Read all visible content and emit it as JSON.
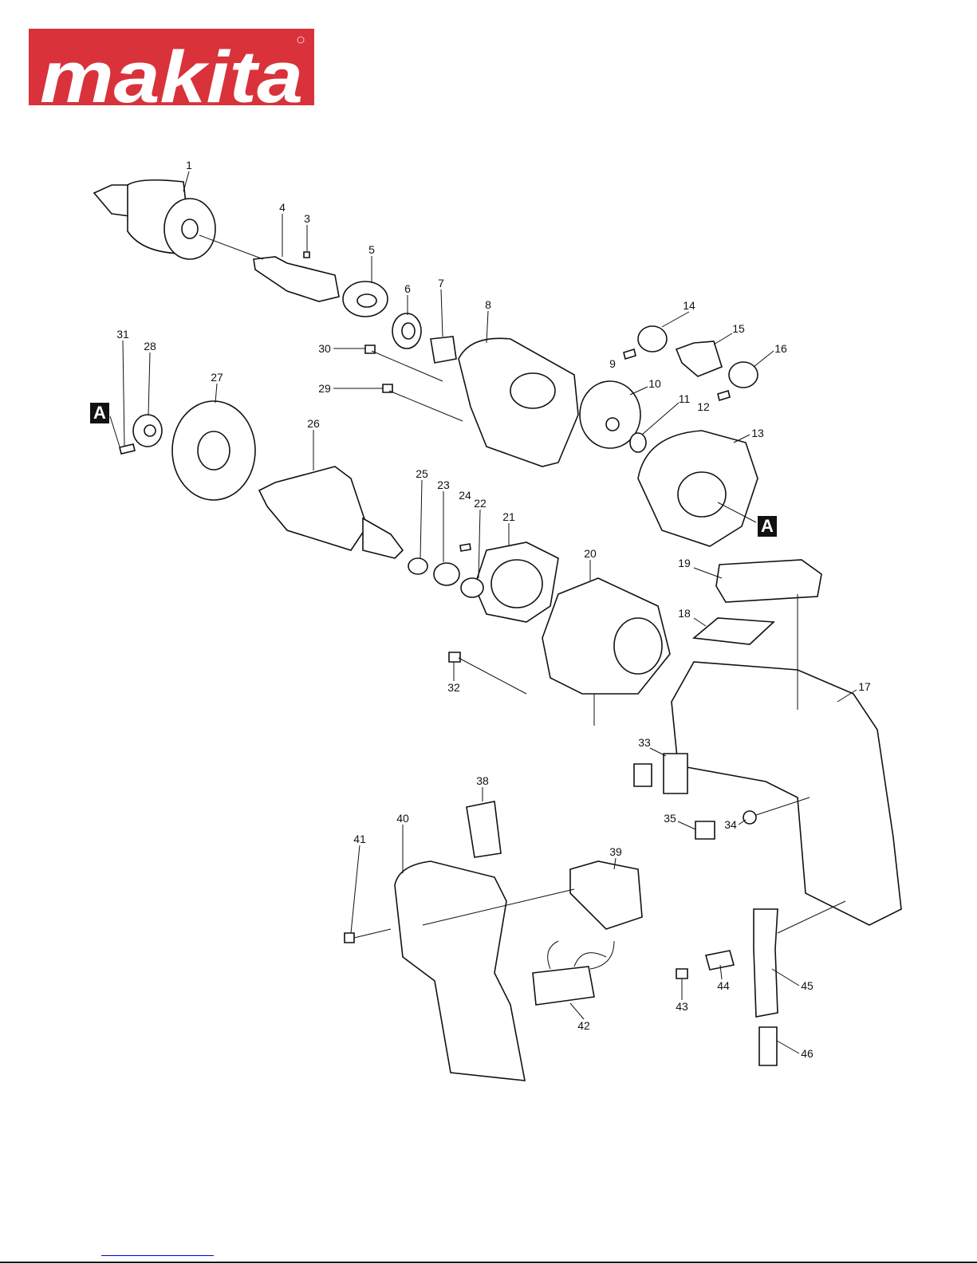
{
  "brand": {
    "name": "makita",
    "color": "#d9323b"
  },
  "section_marker": "A",
  "parts": [
    "1",
    "3",
    "4",
    "5",
    "6",
    "7",
    "8",
    "9",
    "10",
    "11",
    "12",
    "13",
    "14",
    "15",
    "16",
    "17",
    "18",
    "19",
    "20",
    "21",
    "22",
    "23",
    "24",
    "25",
    "26",
    "27",
    "28",
    "29",
    "30",
    "31",
    "32",
    "33",
    "34",
    "35",
    "38",
    "39",
    "40",
    "41",
    "42",
    "43",
    "44",
    "45",
    "46"
  ]
}
